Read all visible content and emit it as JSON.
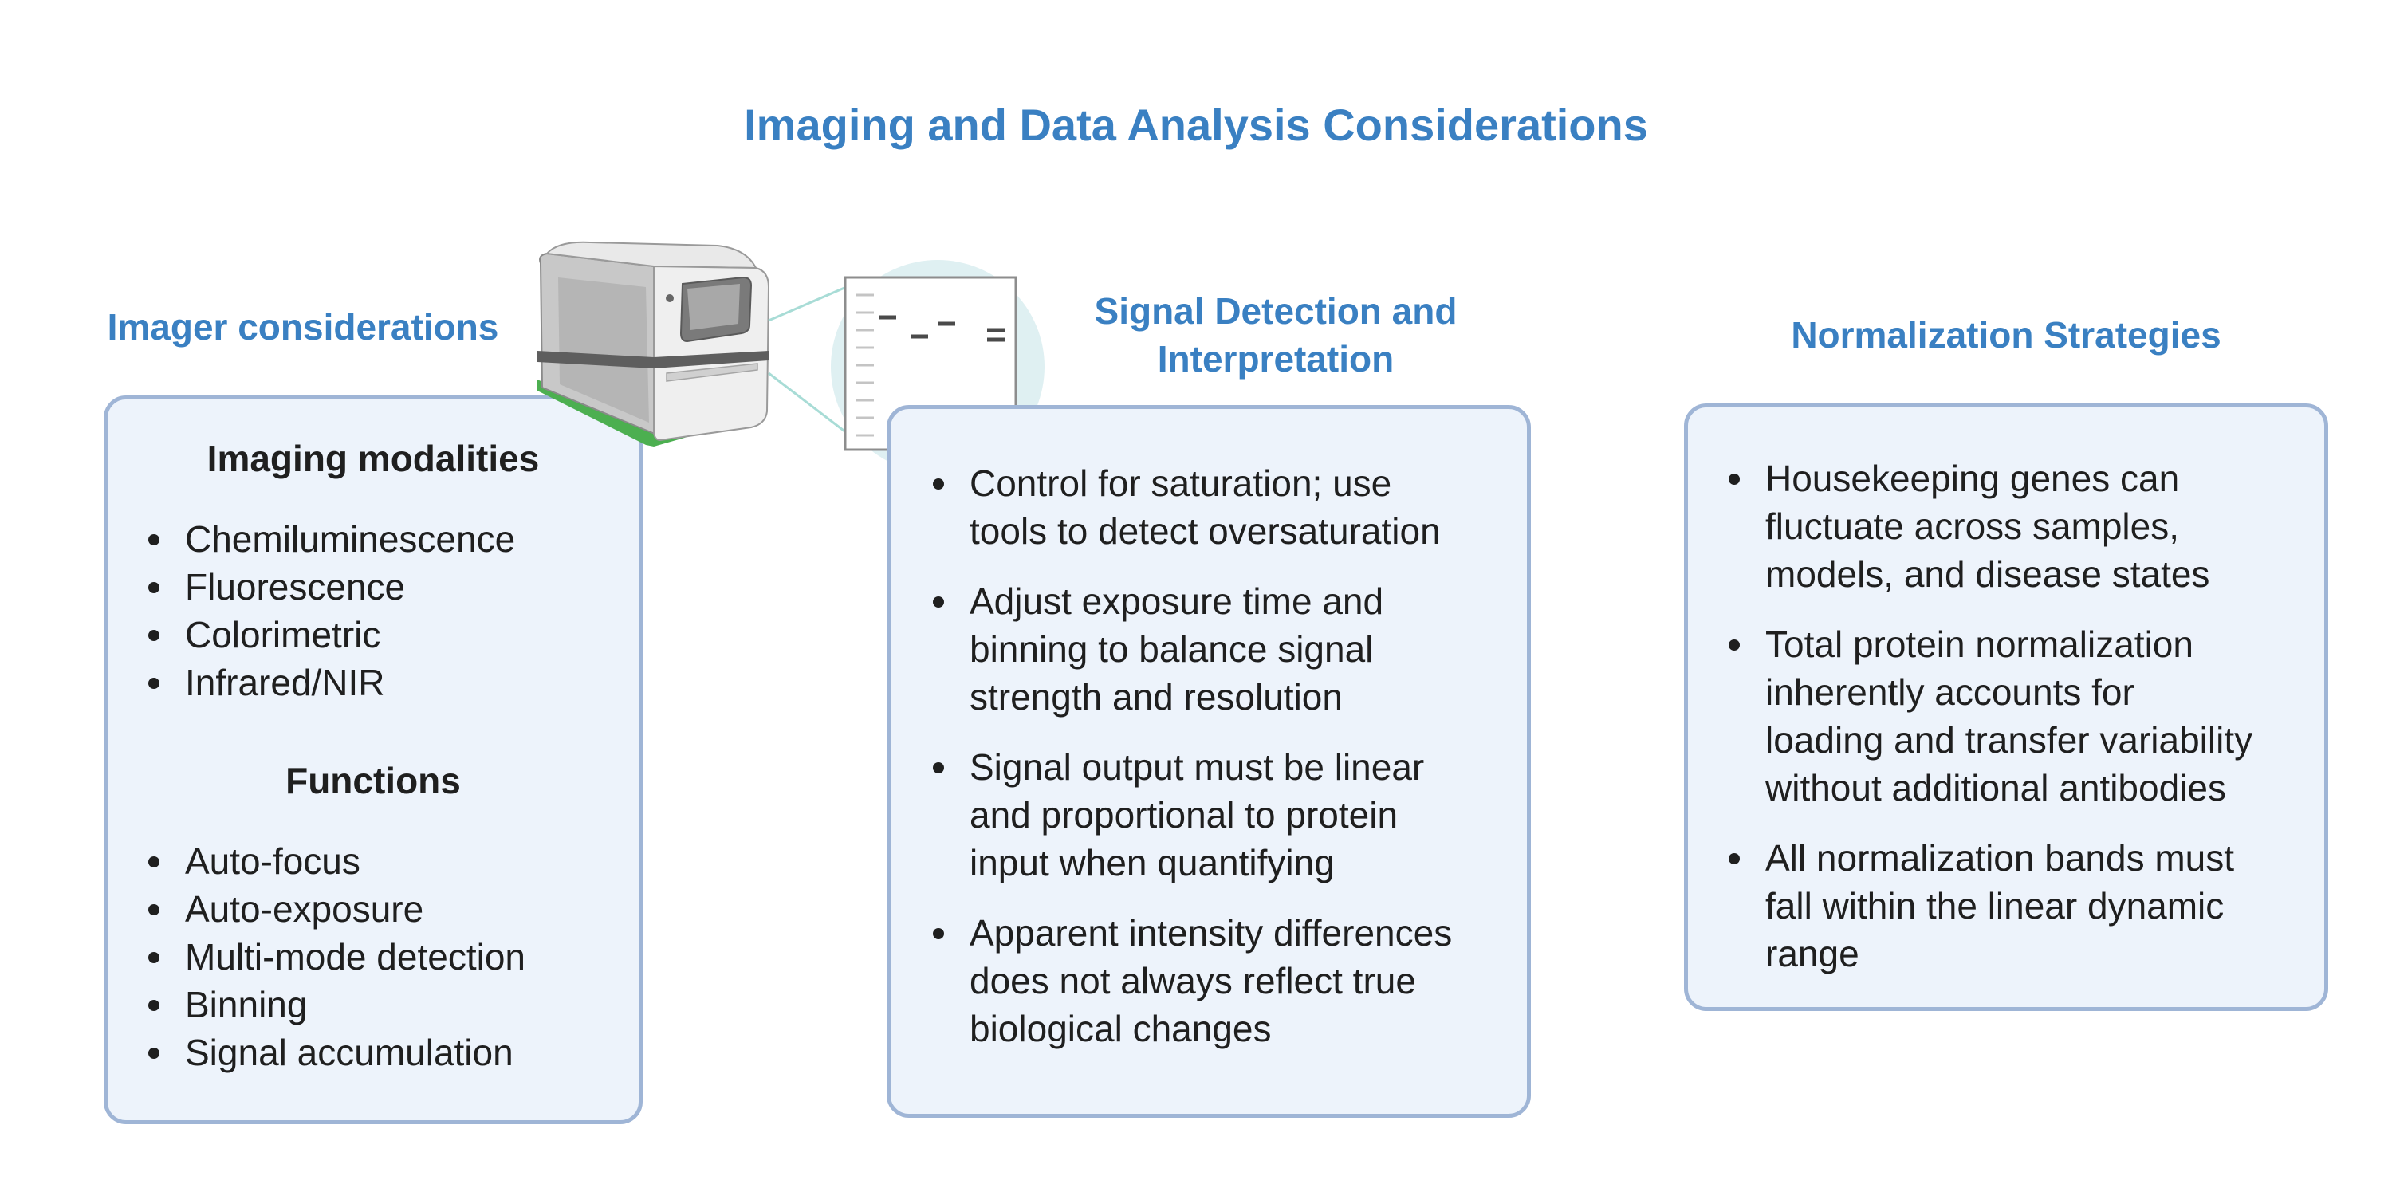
{
  "title": "Imaging and Data Analysis Considerations",
  "imager": {
    "heading": "Imager considerations",
    "modalities_title": "Imaging modalities",
    "modalities": [
      "Chemiluminescence",
      "Fluorescence",
      "Colorimetric",
      "Infrared/NIR"
    ],
    "functions_title": "Functions",
    "functions": [
      "Auto-focus",
      "Auto-exposure",
      "Multi-mode detection",
      "Binning",
      "Signal accumulation"
    ]
  },
  "signal": {
    "heading_line1": "Signal Detection and",
    "heading_line2": "Interpretation",
    "items": [
      [
        "Control for saturation; use",
        "tools to detect oversaturation"
      ],
      [
        "Adjust exposure time and",
        "binning to balance signal",
        "strength and resolution"
      ],
      [
        "Signal output must be linear",
        "and proportional to protein",
        "input when quantifying"
      ],
      [
        "Apparent intensity differences",
        "does not always reflect true",
        "biological changes"
      ]
    ]
  },
  "normalization": {
    "heading": "Normalization Strategies",
    "items": [
      [
        "Housekeeping genes can",
        "fluctuate across samples,",
        "models, and disease states"
      ],
      [
        "Total protein normalization",
        "inherently accounts for",
        "loading and transfer variability",
        "without additional antibodies"
      ],
      [
        "All normalization bands must",
        "fall within the linear dynamic",
        "range"
      ]
    ]
  },
  "colors": {
    "accent": "#3a80c2",
    "panel_fill": "#edf3fb",
    "panel_border": "#9fb5d6",
    "imager_base": "#4caf50"
  },
  "icons": [
    "imager-device-icon",
    "western-blot-icon"
  ]
}
